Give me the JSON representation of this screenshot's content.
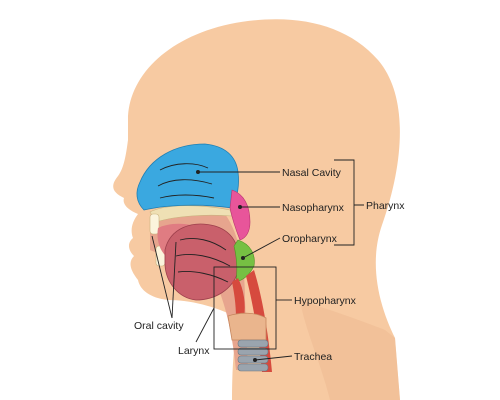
{
  "labels": {
    "nasal_cavity": "Nasal Cavity",
    "nasopharynx": "Nasopharynx",
    "oropharynx": "Oropharynx",
    "hypopharynx": "Hypopharynx",
    "trachea": "Trachea",
    "pharynx": "Pharynx",
    "oral_cavity": "Oral cavity",
    "larynx": "Larynx"
  },
  "colors": {
    "skin": "#f7caa2",
    "skin_shadow": "#eab58d",
    "nasal_cavity": "#3aa8e0",
    "nasopharynx": "#e8559a",
    "oropharynx": "#76c043",
    "tongue": "#c9606b",
    "mouth_interior": "#e07c82",
    "pharyngeal_wall": "#d64a3e",
    "trachea": "#9aa4ae",
    "teeth": "#fbf4dc"
  }
}
